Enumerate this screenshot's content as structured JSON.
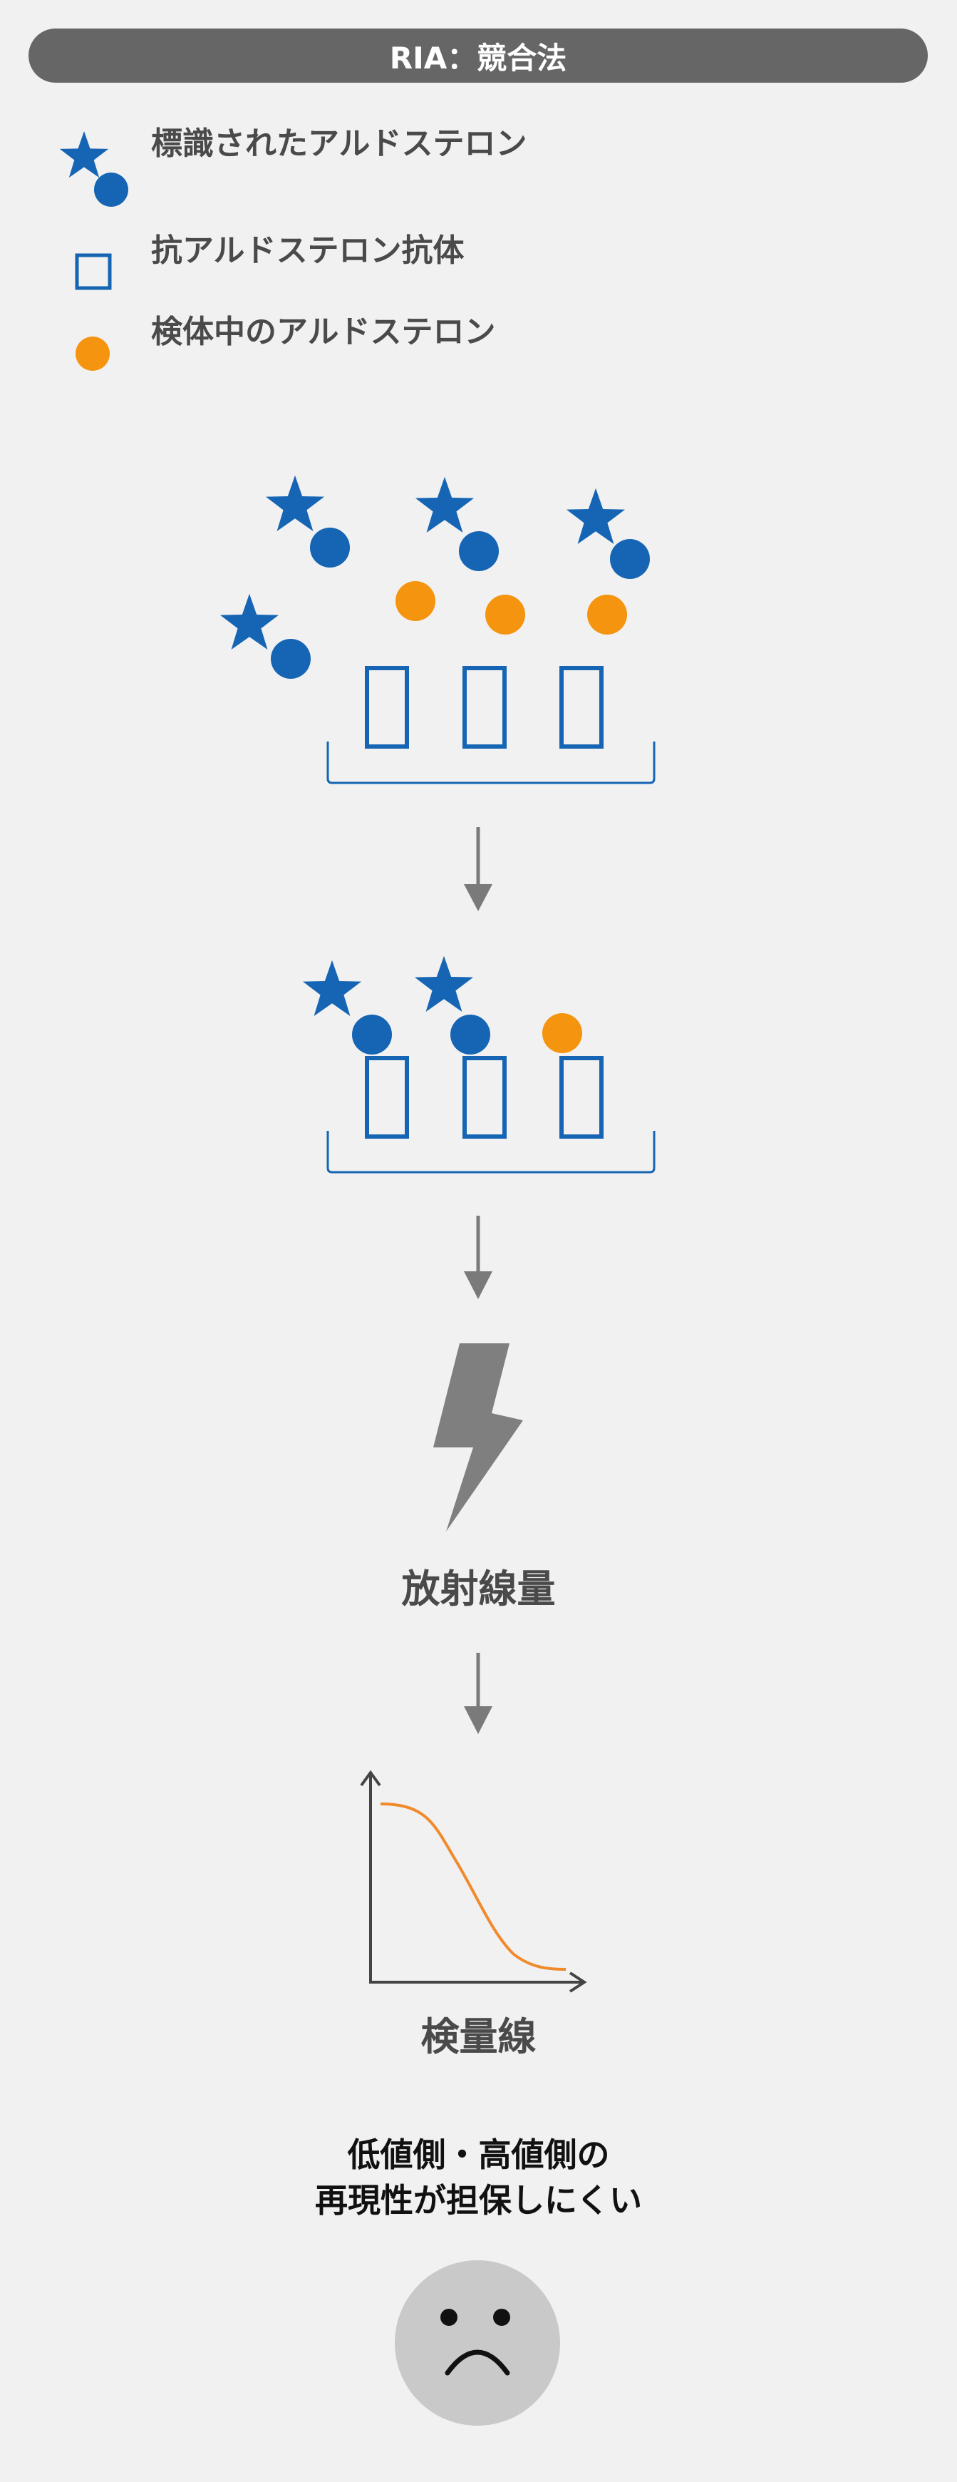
{
  "header": {
    "title": "RIA：競合法"
  },
  "legend": {
    "items": [
      {
        "icon": "star-with-dot-icon",
        "label": "標識されたアルドステロン"
      },
      {
        "icon": "square-outline-icon",
        "label": "抗アルドステロン抗体"
      },
      {
        "icon": "orange-dot-icon",
        "label": "検体中のアルドステロン"
      }
    ]
  },
  "steps": {
    "radiation_label": "放射線量",
    "curve_label": "検量線"
  },
  "conclusion": {
    "line1": "低値側・高値側の",
    "line2": "再現性が担保しにくい"
  },
  "colors": {
    "blue": "#1565b4",
    "orange": "#f5940e",
    "gray": "#7a7a7a",
    "header": "#666666",
    "curve": "#f08a2c",
    "face": "#c9c9c9"
  }
}
